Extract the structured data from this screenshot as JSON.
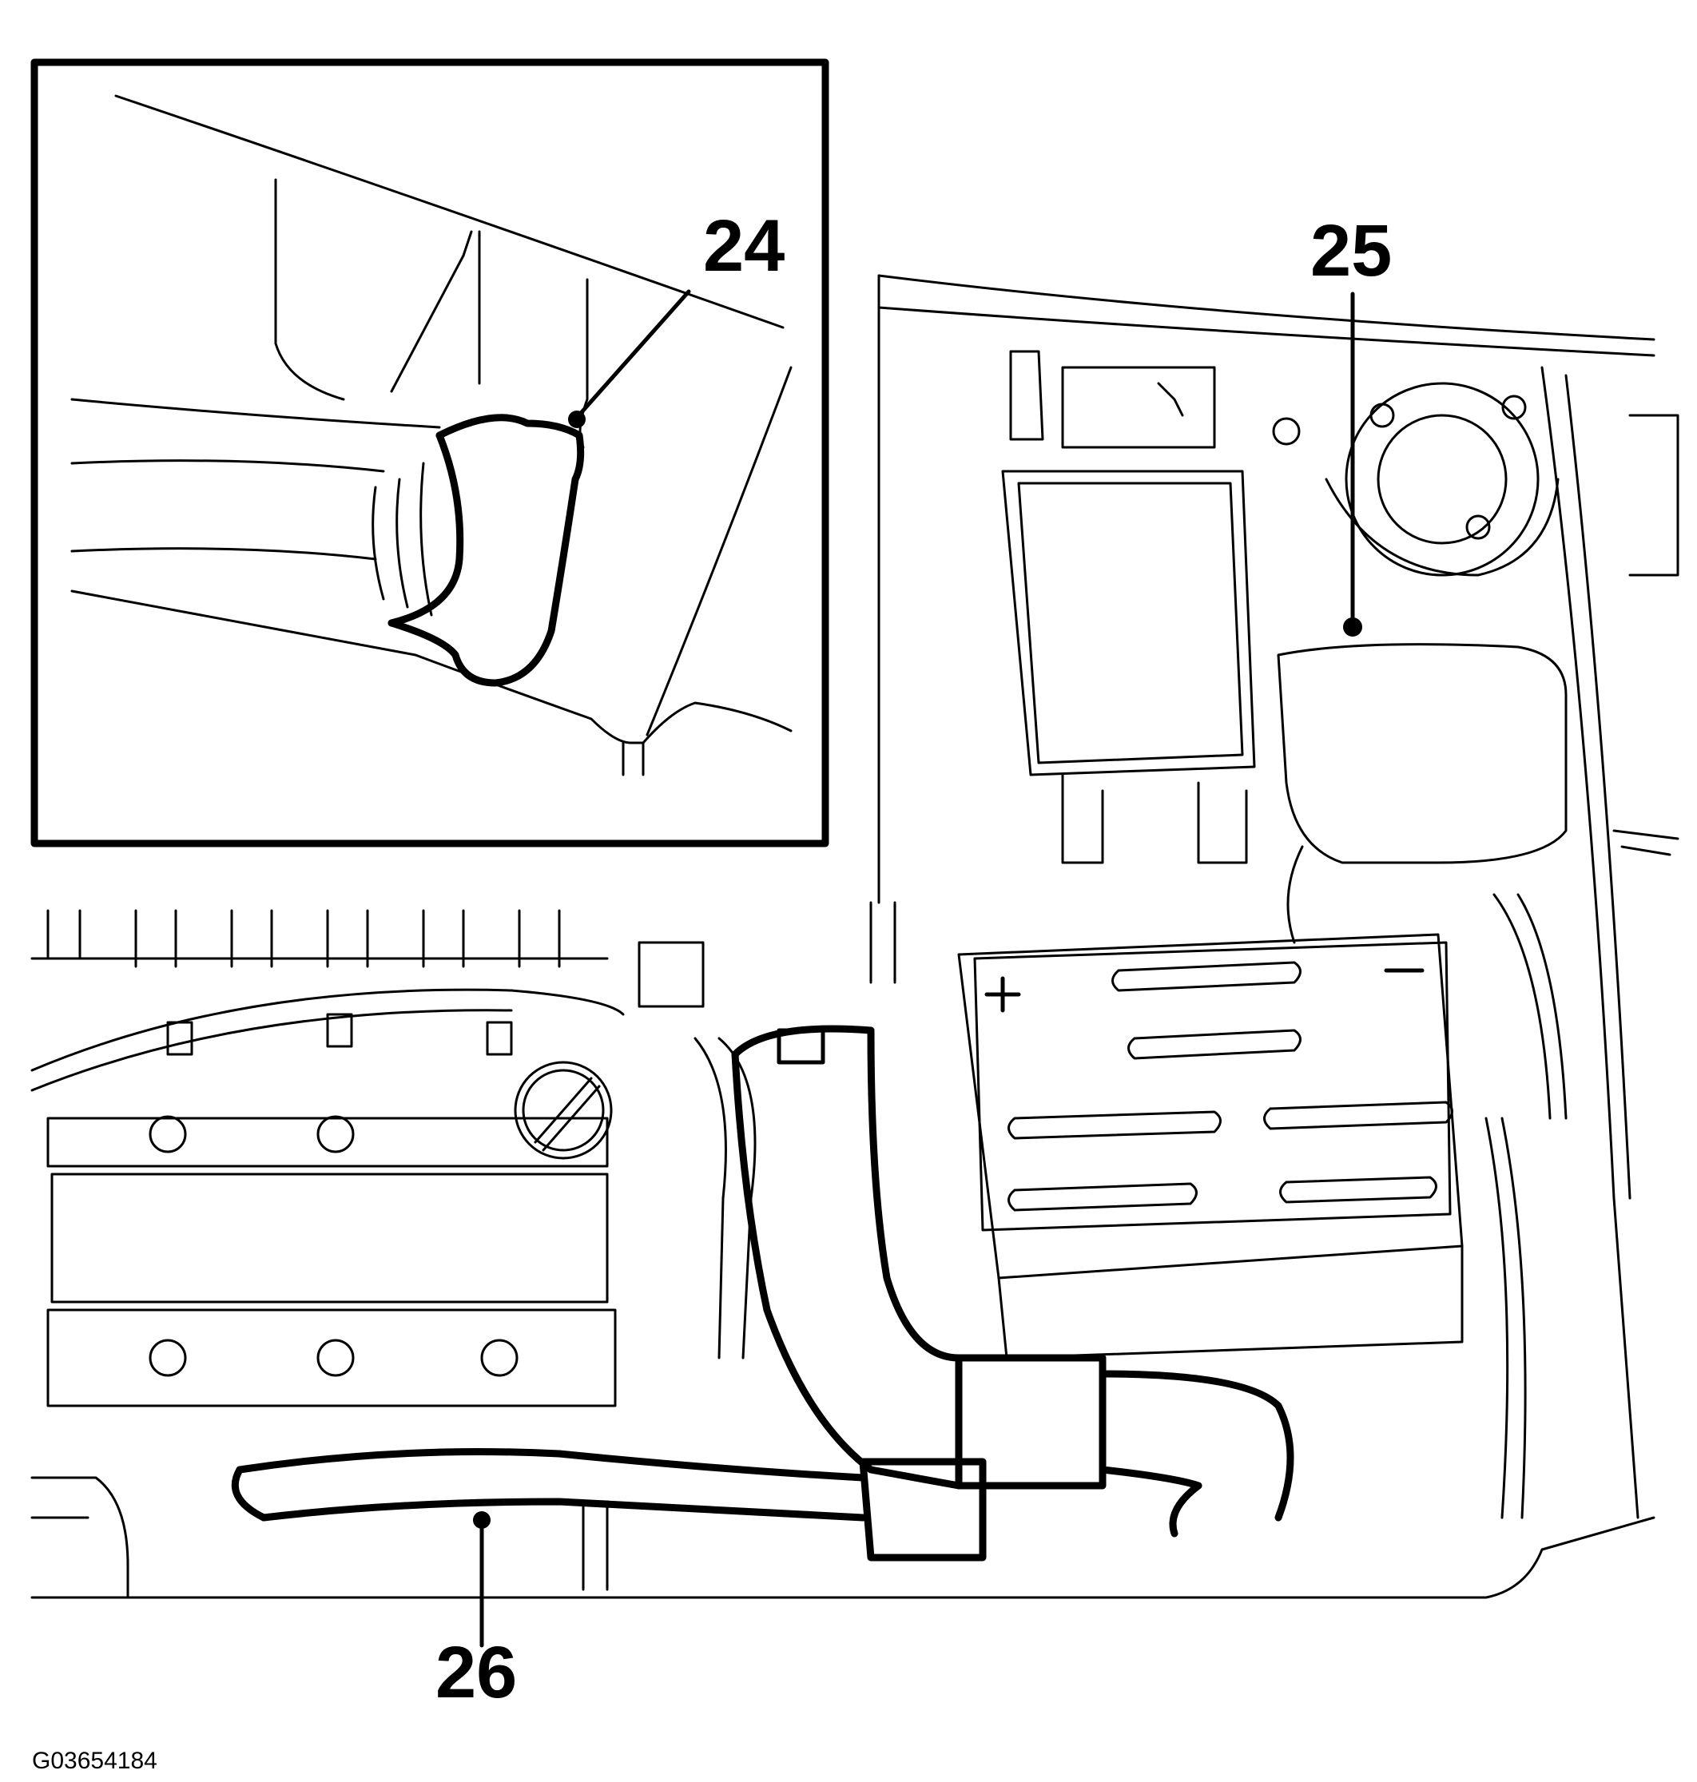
{
  "callouts": [
    {
      "id": "24",
      "label": "24"
    },
    {
      "id": "25",
      "label": "25"
    },
    {
      "id": "26",
      "label": "26"
    }
  ],
  "figure_id": "G03654184"
}
